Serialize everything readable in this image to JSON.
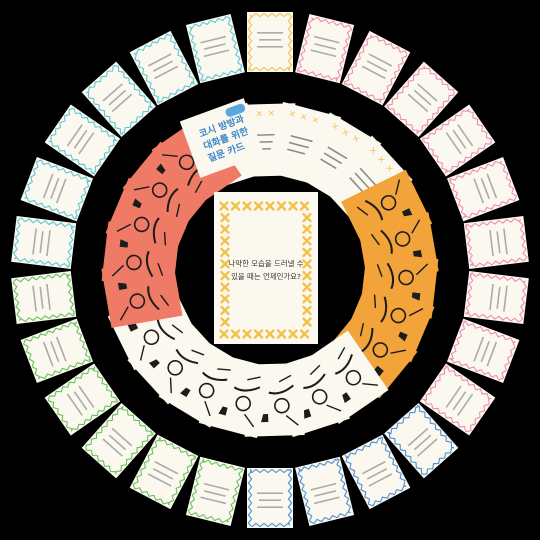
{
  "center_card": {
    "line1": "나약한 모습을 드러낼 수",
    "line2": "있을 때는 언제인가요?",
    "accent": "#f2c14a"
  },
  "title_card": {
    "line1": "코시 방방과",
    "line2": "대화를 위한",
    "line3": "질문 카드",
    "badge_color": "#5aa7dd",
    "text_color": "#3a86c8"
  },
  "colors": {
    "background": "#000000",
    "card": "#fbf8ef",
    "coral": "#ef7a66",
    "orange": "#f2a33a",
    "yellow": "#f2c14a",
    "pink": "#f08bb0",
    "green": "#66c25a",
    "cyan": "#5cc7d6",
    "blue": "#4a8fd6",
    "ink": "#1c1c1c"
  }
}
